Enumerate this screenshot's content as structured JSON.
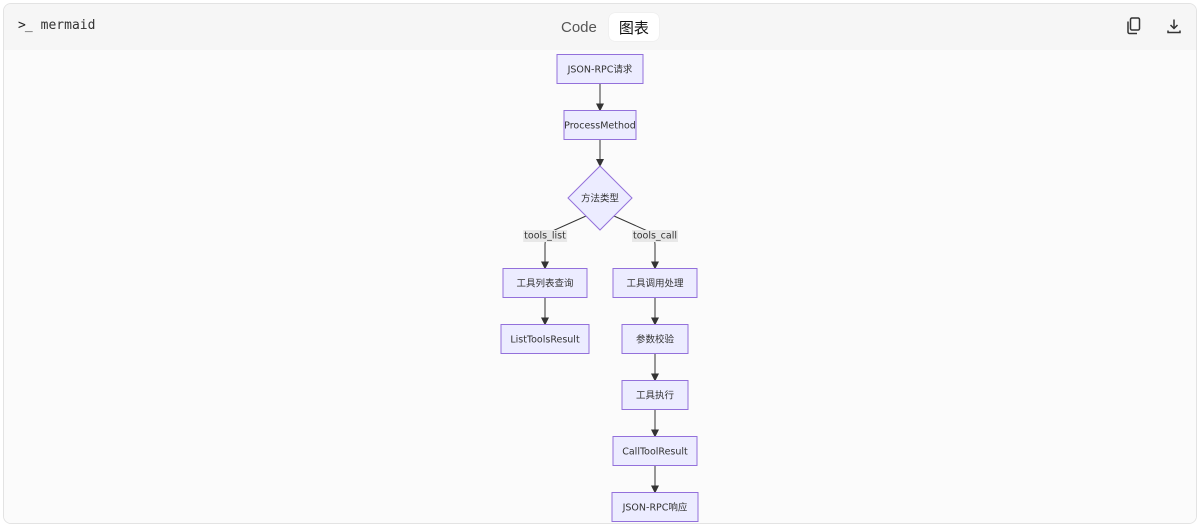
{
  "header": {
    "language": "mermaid",
    "tabs": [
      {
        "label": "Code",
        "active": false
      },
      {
        "label": "图表",
        "active": true
      }
    ],
    "copy_icon": "copy-icon",
    "download_icon": "download-icon"
  },
  "diagram": {
    "node_fill": "#ececff",
    "node_stroke": "#9370db",
    "edge_color": "#333333",
    "label_bg": "#e8e8e8",
    "nodes": [
      {
        "id": "n1",
        "label": "JSON-RPC请求",
        "shape": "rect"
      },
      {
        "id": "n2",
        "label": "ProcessMethod",
        "shape": "rect"
      },
      {
        "id": "n3",
        "label": "方法类型",
        "shape": "diamond"
      },
      {
        "id": "n4",
        "label": "工具列表查询",
        "shape": "rect"
      },
      {
        "id": "n5",
        "label": "工具调用处理",
        "shape": "rect"
      },
      {
        "id": "n6",
        "label": "ListToolsResult",
        "shape": "rect"
      },
      {
        "id": "n7",
        "label": "参数校验",
        "shape": "rect"
      },
      {
        "id": "n8",
        "label": "工具执行",
        "shape": "rect"
      },
      {
        "id": "n9",
        "label": "CallToolResult",
        "shape": "rect"
      },
      {
        "id": "n10",
        "label": "JSON-RPC响应",
        "shape": "rect"
      }
    ],
    "edges": [
      {
        "from": "n1",
        "to": "n2",
        "label": ""
      },
      {
        "from": "n2",
        "to": "n3",
        "label": ""
      },
      {
        "from": "n3",
        "to": "n4",
        "label": "tools_list"
      },
      {
        "from": "n3",
        "to": "n5",
        "label": "tools_call"
      },
      {
        "from": "n4",
        "to": "n6",
        "label": ""
      },
      {
        "from": "n5",
        "to": "n7",
        "label": ""
      },
      {
        "from": "n7",
        "to": "n8",
        "label": ""
      },
      {
        "from": "n8",
        "to": "n9",
        "label": ""
      },
      {
        "from": "n9",
        "to": "n10",
        "label": ""
      }
    ]
  }
}
